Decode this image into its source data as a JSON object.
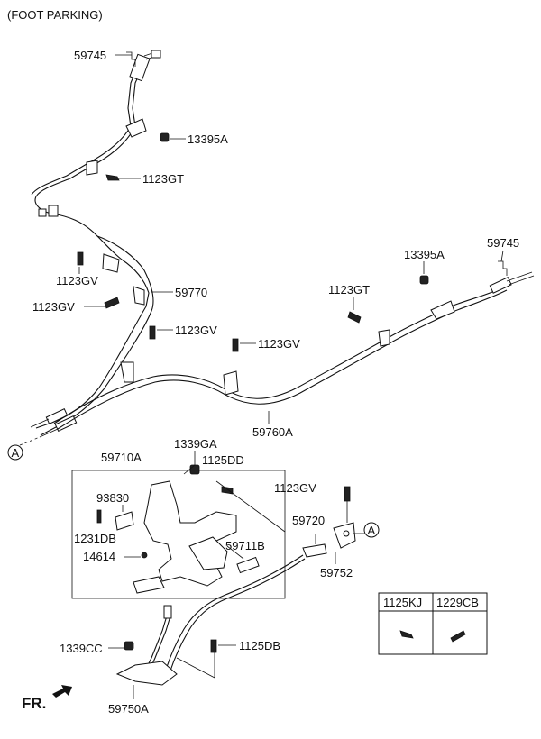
{
  "title": "(FOOT PARKING)",
  "fr_label": "FR.",
  "ref_circle": "A",
  "labels": {
    "p59745_l": "59745",
    "p13395a_l": "13395A",
    "p1123gt_l": "1123GT",
    "p1123gv_a": "1123GV",
    "p1123gv_b": "1123GV",
    "p59770": "59770",
    "p1123gv_c": "1123GV",
    "p1123gv_d": "1123GV",
    "p13395a_r": "13395A",
    "p59745_r": "59745",
    "p1123gt_r": "1123GT",
    "p59760a": "59760A",
    "p59710a": "59710A",
    "p1339ga": "1339GA",
    "p1125dd": "1125DD",
    "p93830": "93830",
    "p1231db": "1231DB",
    "p14614": "14614",
    "p59711b": "59711B",
    "p1123gv_e": "1123GV",
    "p59720": "59720",
    "p59752": "59752",
    "p1339cc": "1339CC",
    "p1125db": "1125DB",
    "p59750a": "59750A"
  },
  "legend_table": {
    "col1": "1125KJ",
    "col2": "1229CB"
  }
}
